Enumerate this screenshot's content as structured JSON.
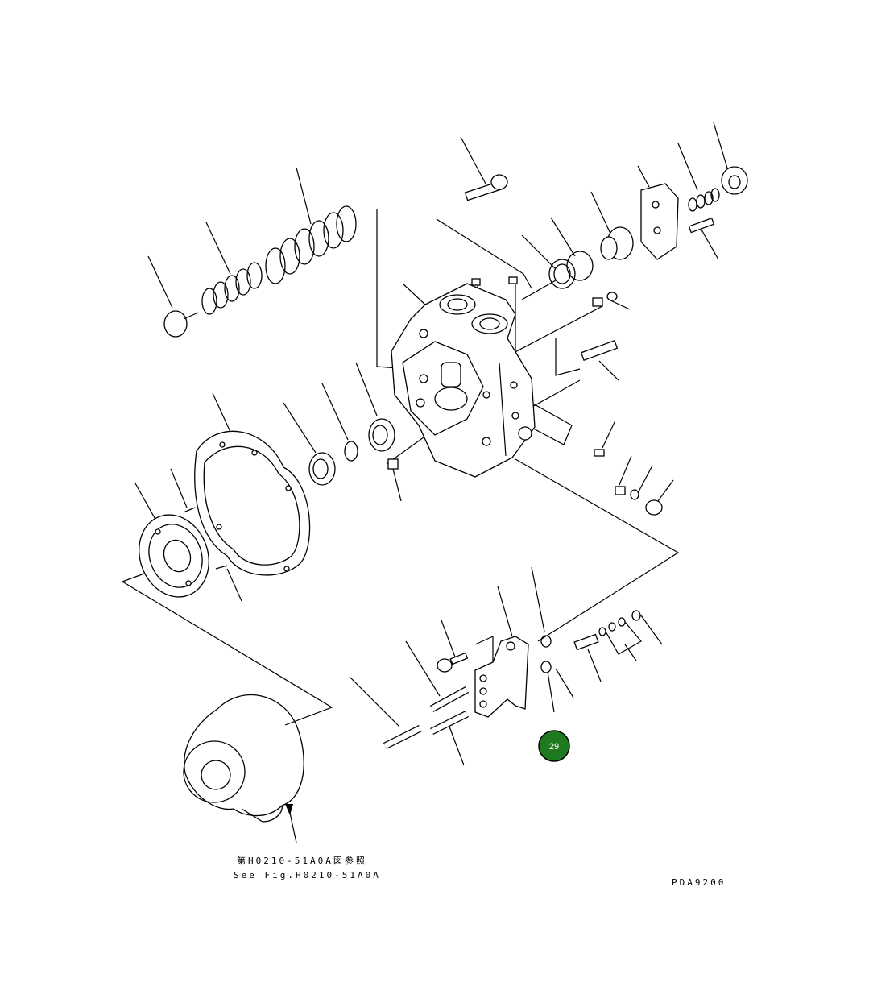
{
  "diagram": {
    "reference_note_jp": "第H0210-51A0A図参照",
    "reference_note_en": "See Fig.H0210-51A0A",
    "drawing_code": "PDA9200",
    "highlight_badge": {
      "label": "29",
      "color": "#1f7a1f"
    }
  }
}
